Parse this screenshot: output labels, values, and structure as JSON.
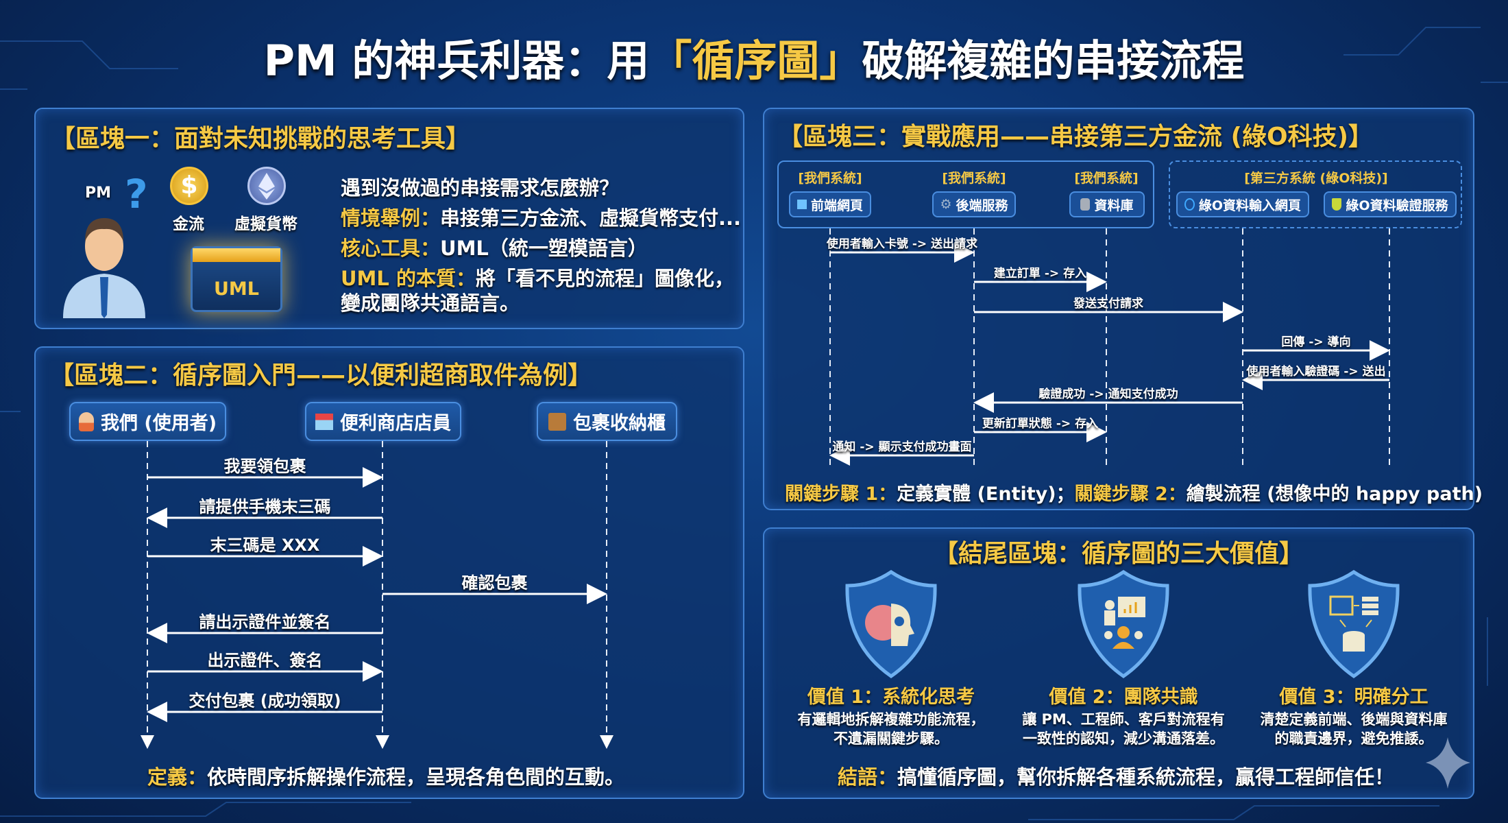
{
  "title": {
    "prefix": "PM 的神兵利器：用",
    "highlight": "「循序圖」",
    "suffix": "破解複雜的串接流程"
  },
  "block1": {
    "heading": "【區塊一：面對未知挑戰的思考工具】",
    "pm_label": "PM",
    "question_mark": "?",
    "coin_label": "金流",
    "crypto_label": "虛擬貨幣",
    "chest_label": "UML",
    "question": "遇到沒做過的串接需求怎麼辦？",
    "lines": [
      {
        "label": "情境舉例：",
        "value": "串接第三方金流、虛擬貨幣支付..."
      },
      {
        "label": "核心工具：",
        "value": "UML（統一塑模語言）"
      },
      {
        "label": "UML 的本質：",
        "value": "將「看不見的流程」圖像化，"
      }
    ],
    "line_cont": "變成團隊共通語言。"
  },
  "block2": {
    "heading": "【區塊二：循序圖入門——以便利超商取件為例】",
    "actors": [
      "我們 (使用者)",
      "便利商店店員",
      "包裹收納櫃"
    ],
    "messages": [
      {
        "from": 0,
        "to": 1,
        "label": "我要領包裹"
      },
      {
        "from": 1,
        "to": 0,
        "label": "請提供手機末三碼"
      },
      {
        "from": 0,
        "to": 1,
        "label": "末三碼是 XXX"
      },
      {
        "from": 1,
        "to": 2,
        "label": "確認包裹"
      },
      {
        "from": 1,
        "to": 0,
        "label": "請出示證件並簽名"
      },
      {
        "from": 0,
        "to": 1,
        "label": "出示證件、簽名"
      },
      {
        "from": 1,
        "to": 0,
        "label": "交付包裹 (成功領取)"
      }
    ],
    "definition_label": "定義：",
    "definition": "依時間序拆解操作流程，呈現各角色間的互動。"
  },
  "block3": {
    "heading": "【區塊三：實戰應用——串接第三方金流 (綠O科技)】",
    "group_labels": [
      "[我們系統]",
      "[我們系統]",
      "[我們系統]",
      "[第三方系統 (綠O科技)]"
    ],
    "entities": [
      "前端網頁",
      "後端服務",
      "資料庫",
      "綠O資料輸入網頁",
      "綠O資料驗證服務"
    ],
    "messages": [
      {
        "from": 0,
        "to": 1,
        "label": "使用者輸入卡號 -> 送出請求"
      },
      {
        "from": 1,
        "to": 2,
        "label": "建立訂單 -> 存入"
      },
      {
        "from": 1,
        "to": 3,
        "label": "發送支付請求"
      },
      {
        "from": 3,
        "to": 4,
        "label": "回傳 -> 導向"
      },
      {
        "from": 4,
        "to": 3,
        "label": "使用者輸入驗證碼 -> 送出"
      },
      {
        "from": 3,
        "to": 1,
        "label": "驗證成功 -> 通知支付成功"
      },
      {
        "from": 1,
        "to": 2,
        "label": "更新訂單狀態 -> 存入"
      },
      {
        "from": 1,
        "to": 0,
        "label": "通知 -> 顯示支付成功畫面"
      }
    ],
    "step1_label": "關鍵步驟 1：",
    "step1": "定義實體 (Entity)；",
    "step2_label": "關鍵步驟 2：",
    "step2": "繪製流程 (想像中的 happy path)"
  },
  "block4": {
    "heading": "【結尾區塊：循序圖的三大價值】",
    "values": [
      {
        "title": "價值 1：系統化思考",
        "line1": "有邏輯地拆解複雜功能流程，",
        "line2": "不遺漏關鍵步驟。",
        "icon": "brain-gear-icon"
      },
      {
        "title": "價值 2：團隊共識",
        "line1": "讓 PM、工程師、客戶對流程有",
        "line2": "一致性的認知，減少溝通落差。",
        "icon": "team-presentation-icon"
      },
      {
        "title": "價值 3：明確分工",
        "line1": "清楚定義前端、後端與資料庫",
        "line2": "的職責邊界，避免推諉。",
        "icon": "architecture-icon"
      }
    ],
    "conclusion_label": "結語：",
    "conclusion": "搞懂循序圖，幫你拆解各種系統流程，贏得工程師信任！"
  },
  "colors": {
    "accent": "#f6c945",
    "panel_border": "#3f7fd0",
    "background": "#0b3472"
  }
}
